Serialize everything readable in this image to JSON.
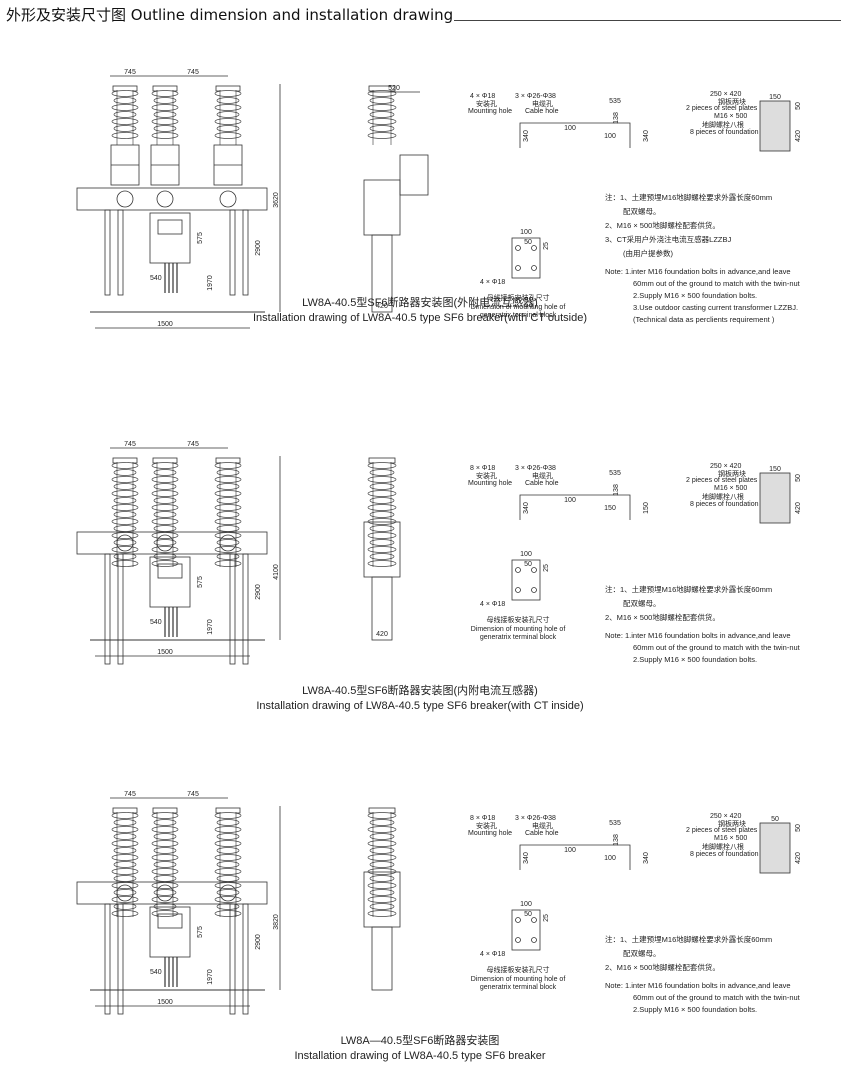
{
  "header": {
    "title": "外形及安装尺寸图 Outline dimension and installation drawing"
  },
  "sections": [
    {
      "caption_cn": "LW8A-40.5型SF6断路器安装图(外附电流互感器)",
      "caption_en": "Installation drawing of LW8A-40.5 type SF6 breaker(with CT outside)",
      "dims": {
        "pitch1": "745",
        "pitch2": "745",
        "width": "1500",
        "total_h": "3620",
        "h2900": "2900",
        "h1970": "1970",
        "h575": "575",
        "w540": "540",
        "side_top": "520",
        "side_base": "420"
      },
      "mount": {
        "holes": "4 × Φ18",
        "holes_cn": "安装孔",
        "holes_en": "Mounting hole",
        "cable": "3 × Φ26-Φ38",
        "cable_cn": "电缆孔",
        "cable_en": "Cable hole",
        "d535": "535",
        "d100a": "100",
        "d100b": "100",
        "d138": "138",
        "d340a": "340",
        "d340b": "340"
      },
      "found": {
        "plates": "250 × 420",
        "plates_cn": "钢板两块",
        "plates_en": "2 pieces of steel plates",
        "bolts": "M16 × 500",
        "bolts_cn": "地脚螺栓八根",
        "bolts_en": "8 pieces of foundation bolts",
        "d150": "150",
        "d50": "50",
        "d420": "420"
      },
      "terminal": {
        "d100": "100",
        "d50": "50",
        "d25": "25",
        "holes": "4 × Φ18",
        "cn": "母线接板安装孔尺寸",
        "en1": "Dimension of mounting hole of",
        "en2": "generatrix terminal block"
      },
      "notes_cn": [
        "注：1、土建预埋M16地脚螺栓要求外露长度60mm",
        "配双螺母。",
        "2、M16 × 500地脚螺栓配套供货。",
        "3、CT采用户外浇注电流互感器LZZBJ",
        "(由用户提参数)"
      ],
      "notes_en": [
        "Note: 1.inter M16 foundation bolts in advance,and leave",
        "60mm out of the ground to match with the twin-nut",
        "2.Supply M16 × 500 foundation bolts.",
        "3.Use outdoor casting current transformer LZZBJ.",
        "(Technical data as perclients requirement )"
      ]
    },
    {
      "caption_cn": "LW8A-40.5型SF6断路器安装图(内附电流互感器)",
      "caption_en": "Installation drawing of LW8A-40.5 type SF6 breaker(with CT inside)",
      "dims": {
        "pitch1": "745",
        "pitch2": "745",
        "width": "1500",
        "total_h": "4100",
        "h2900": "2900",
        "h1970": "1970",
        "h575": "575",
        "w540": "540",
        "side_top": "",
        "side_base": "420"
      },
      "mount": {
        "holes": "8 × Φ18",
        "holes_cn": "安装孔",
        "holes_en": "Mounting hole",
        "cable": "3 × Φ26-Φ38",
        "cable_cn": "电缆孔",
        "cable_en": "Cable hole",
        "d535": "535",
        "d100a": "100",
        "d100b": "150",
        "d138": "138",
        "d340a": "340",
        "d340b": "150"
      },
      "found": {
        "plates": "250 × 420",
        "plates_cn": "钢板两块",
        "plates_en": "2 pieces of steel plates",
        "bolts": "M16 × 500",
        "bolts_cn": "地脚螺栓八根",
        "bolts_en": "8 pieces of foundation bolts",
        "d150": "150",
        "d50": "50",
        "d420": "420"
      },
      "terminal": {
        "d100": "100",
        "d50": "50",
        "d25": "25",
        "holes": "4 × Φ18",
        "cn": "母线接板安装孔尺寸",
        "en1": "Dimension of mounting hole of",
        "en2": "generatrix terminal block"
      },
      "notes_cn": [
        "注：1、土建预埋M16地脚螺栓要求外露长度60mm",
        "配双螺母。",
        "2、M16 × 500地脚螺栓配套供货。"
      ],
      "notes_en": [
        "Note: 1.inter M16 foundation bolts in advance,and leave",
        "60mm out of the ground to match with the twin-nut",
        "2.Supply M16 × 500 foundation bolts."
      ]
    },
    {
      "caption_cn": "LW8A—40.5型SF6断路器安装图",
      "caption_en": "Installation drawing of LW8A-40.5 type SF6 breaker",
      "dims": {
        "pitch1": "745",
        "pitch2": "745",
        "width": "1500",
        "total_h": "3820",
        "h2900": "2900",
        "h1970": "1970",
        "h575": "575",
        "w540": "540",
        "side_top": "",
        "side_base": ""
      },
      "mount": {
        "holes": "8 × Φ18",
        "holes_cn": "安装孔",
        "holes_en": "Mounting hole",
        "cable": "3 × Φ26-Φ38",
        "cable_cn": "电缆孔",
        "cable_en": "Cable hole",
        "d535": "535",
        "d100a": "100",
        "d100b": "100",
        "d138": "138",
        "d340a": "340",
        "d340b": "340"
      },
      "found": {
        "plates": "250 × 420",
        "plates_cn": "钢板两块",
        "plates_en": "2 pieces of steel plates",
        "bolts": "M16 × 500",
        "bolts_cn": "地脚螺栓八根",
        "bolts_en": "8 pieces of foundation bolts",
        "d150": "50",
        "d50": "50",
        "d420": "420"
      },
      "terminal": {
        "d100": "100",
        "d50": "50",
        "d25": "25",
        "holes": "4 × Φ18",
        "cn": "母线接板安装孔尺寸",
        "en1": "Dimension of mounting hole of",
        "en2": "generatrix terminal block"
      },
      "notes_cn": [
        "注：1、土建预埋M16地脚螺栓要求外露长度60mm",
        "配双螺母。",
        "2、M16 × 500地脚螺栓配套供货。"
      ],
      "notes_en": [
        "Note: 1.inter M16 foundation bolts in advance,and leave",
        "60mm out of the ground to match with the twin-nut",
        "2.Supply M16 × 500 foundation bolts."
      ]
    }
  ]
}
